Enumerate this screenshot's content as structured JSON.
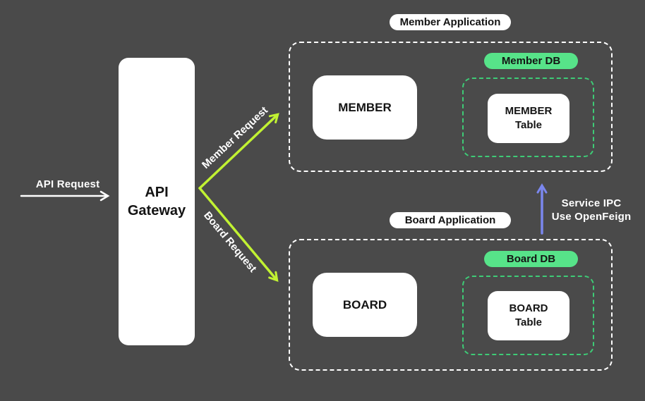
{
  "colors": {
    "background": "#4a4a4a",
    "ink": "#141414",
    "white": "#ffffff",
    "lime": "#c1f232",
    "green_fill": "#57e389",
    "green_dash": "#3ecb76",
    "purple": "#7b87ee"
  },
  "api_request": {
    "label": "API Request"
  },
  "gateway": {
    "line1": "API",
    "line2": "Gateway"
  },
  "arrows": {
    "member_request": "Member Request",
    "board_request": "Board Request",
    "ipc_line1": "Service IPC",
    "ipc_line2": "Use OpenFeign"
  },
  "member_app": {
    "title": "Member Application",
    "service": "MEMBER",
    "db_label": "Member DB",
    "table_line1": "MEMBER",
    "table_line2": "Table"
  },
  "board_app": {
    "title": "Board Application",
    "service": "BOARD",
    "db_label": "Board DB",
    "table_line1": "BOARD",
    "table_line2": "Table"
  }
}
